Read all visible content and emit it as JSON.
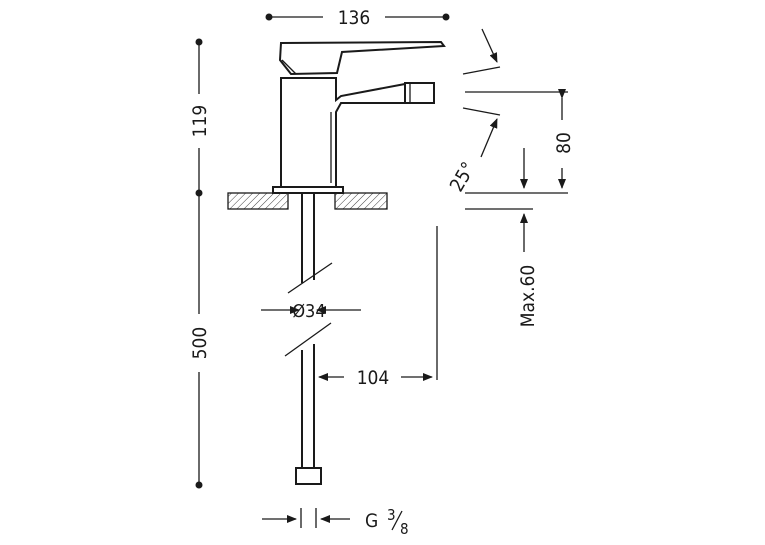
{
  "dimensions": {
    "width_top": "136",
    "height_upper": "119",
    "height_lower": "500",
    "spout_height": "80",
    "max_deck": "Max.60",
    "tube_diameter": "Ø34",
    "reach": "104",
    "connection_thread": "G",
    "thread_num": "3",
    "thread_den": "8",
    "angle": "25°"
  },
  "colors": {
    "line": "#1a1a1a",
    "background": "#ffffff"
  }
}
